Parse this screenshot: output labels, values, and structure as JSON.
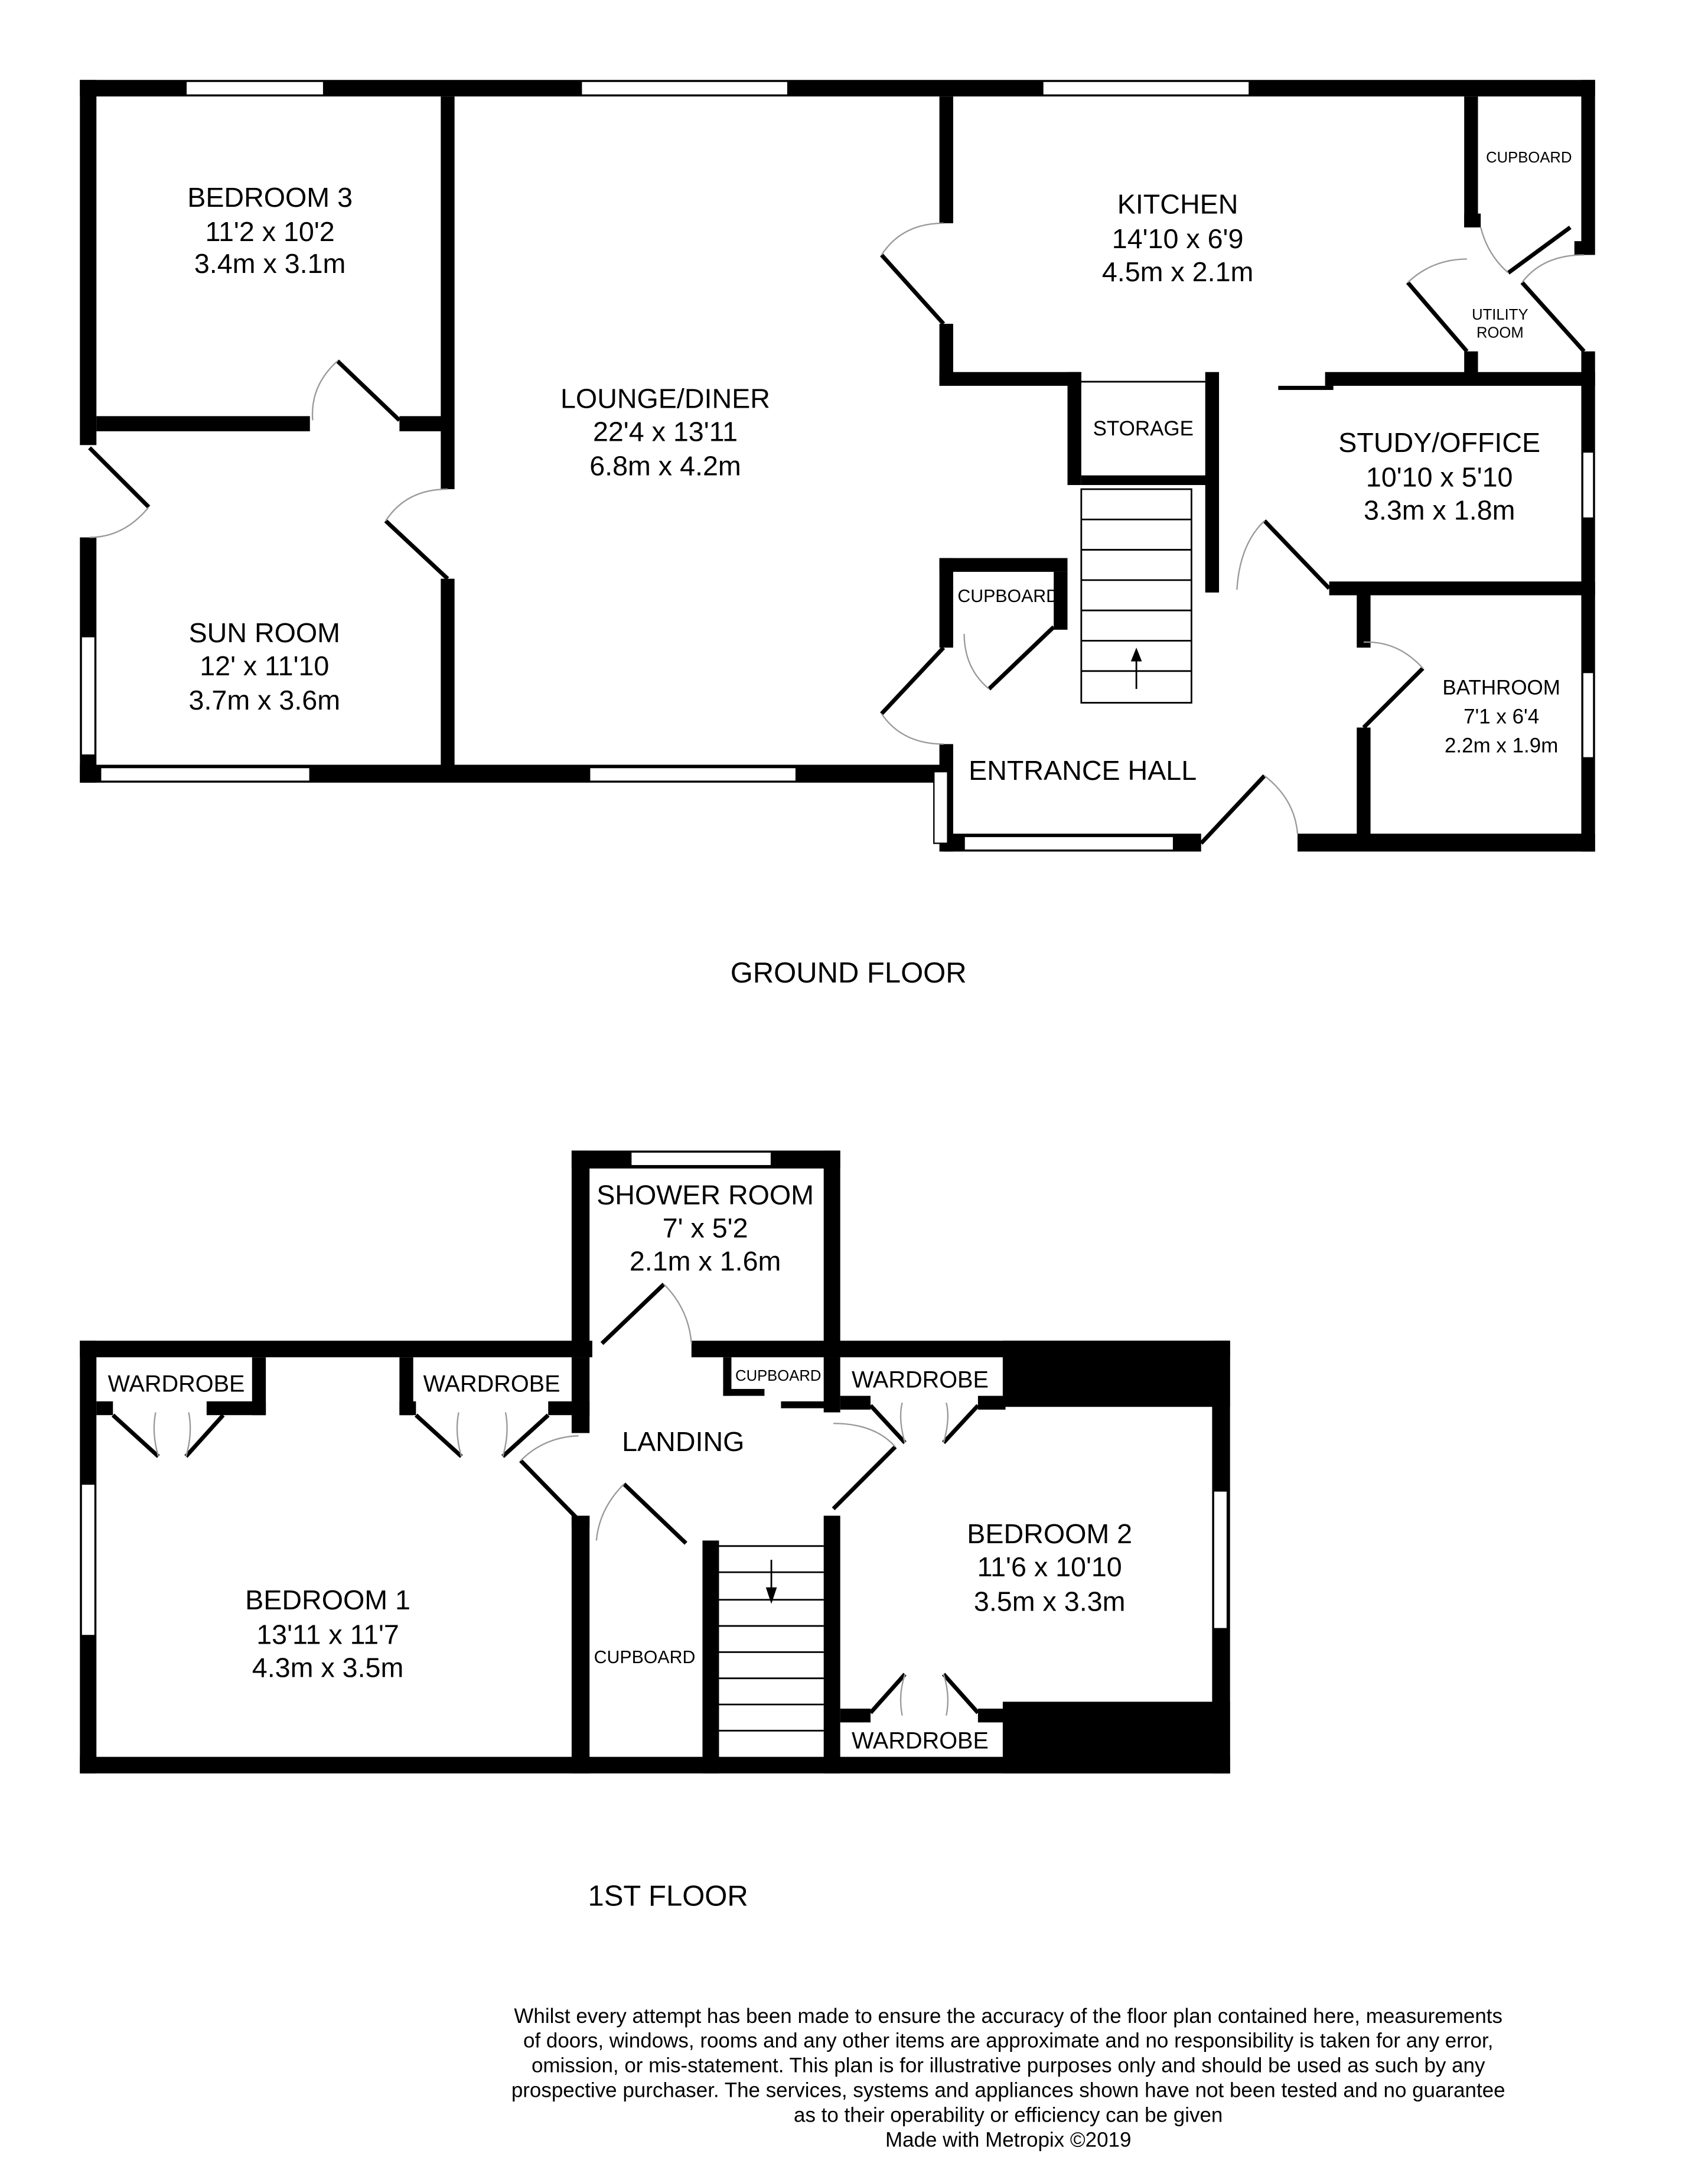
{
  "ground_floor": {
    "title": "GROUND FLOOR",
    "rooms": [
      {
        "name": "BEDROOM 3",
        "imperial": "11'2 x 10'2",
        "metric": "3.4m x 3.1m"
      },
      {
        "name": "LOUNGE/DINER",
        "imperial": "22'4 x 13'11",
        "metric": "6.8m x 4.2m"
      },
      {
        "name": "KITCHEN",
        "imperial": "14'10 x 6'9",
        "metric": "4.5m x 2.1m"
      },
      {
        "name": "SUN ROOM",
        "imperial": "12' x 11'10",
        "metric": "3.7m x 3.6m"
      },
      {
        "name": "STUDY/OFFICE",
        "imperial": "10'10 x 5'10",
        "metric": "3.3m x 1.8m"
      },
      {
        "name": "BATHROOM",
        "imperial": "7'1 x 6'4",
        "metric": "2.2m x 1.9m"
      }
    ],
    "labels": {
      "entrance_hall": "ENTRANCE HALL",
      "storage": "STORAGE",
      "cupboard_hall": "CUPBOARD",
      "cupboard_utility": "CUPBOARD",
      "utility_line1": "UTILITY",
      "utility_line2": "ROOM"
    }
  },
  "first_floor": {
    "title": "1ST FLOOR",
    "rooms": [
      {
        "name": "SHOWER ROOM",
        "imperial": "7' x 5'2",
        "metric": "2.1m x 1.6m"
      },
      {
        "name": "BEDROOM 1",
        "imperial": "13'11 x 11'7",
        "metric": "4.3m x 3.5m"
      },
      {
        "name": "BEDROOM 2",
        "imperial": "11'6 x 10'10",
        "metric": "3.5m x 3.3m"
      }
    ],
    "labels": {
      "landing": "LANDING",
      "wardrobe": "WARDROBE",
      "cupboard": "CUPBOARD"
    }
  },
  "disclaimer": [
    "Whilst every attempt has been made to ensure the accuracy of the floor plan contained here, measurements",
    "of doors, windows, rooms and any other items are approximate and no responsibility is taken for any error,",
    "omission, or mis-statement. This plan is for illustrative purposes only and should be used as such by any",
    "prospective purchaser. The services, systems and appliances shown have not been tested and no guarantee",
    "as to their operability or efficiency can be given"
  ],
  "credit": "Made with Metropix ©2019"
}
